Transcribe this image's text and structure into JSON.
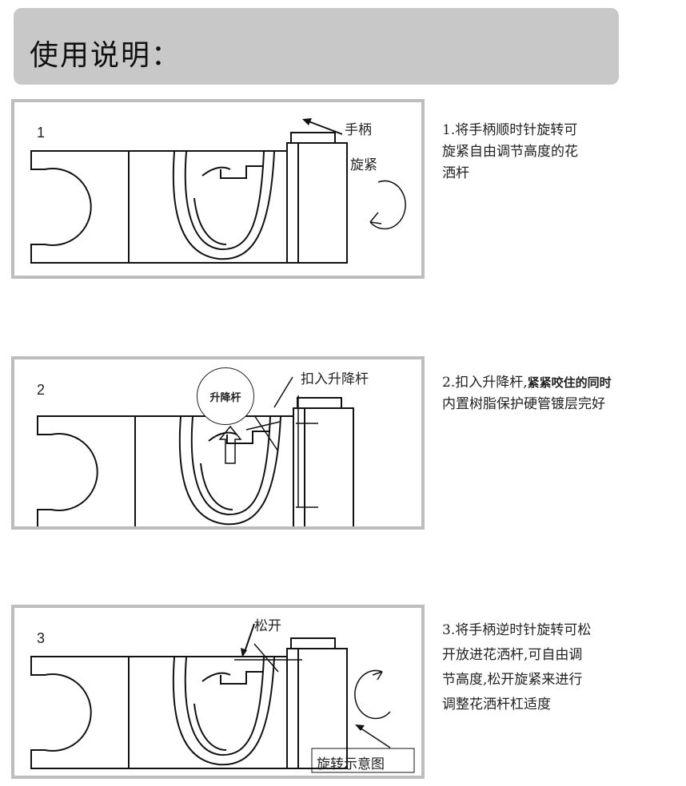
{
  "header": {
    "title": "使用说明："
  },
  "steps": [
    {
      "number": "1",
      "labels": [
        "手柄",
        "旋紧"
      ],
      "description": "1.将手柄顺时针旋转可\n旋紧自由调节高度的花\n洒杆"
    },
    {
      "number": "2",
      "labels": [
        "扣入升降杆"
      ],
      "bubble": "升降杆",
      "description_normal": "2.扣入升降杆,",
      "description_bold": "紧紧咬住的同时",
      "description_line2": "内置树脂保护硬管镀层完好"
    },
    {
      "number": "3",
      "labels": [
        "松开",
        "旋转示意图"
      ],
      "description": "3.将手柄逆时针旋转可松\n开放进花洒杆,可自由调\n节高度,松开旋紧来进行\n调整花洒杆杠适度"
    }
  ]
}
